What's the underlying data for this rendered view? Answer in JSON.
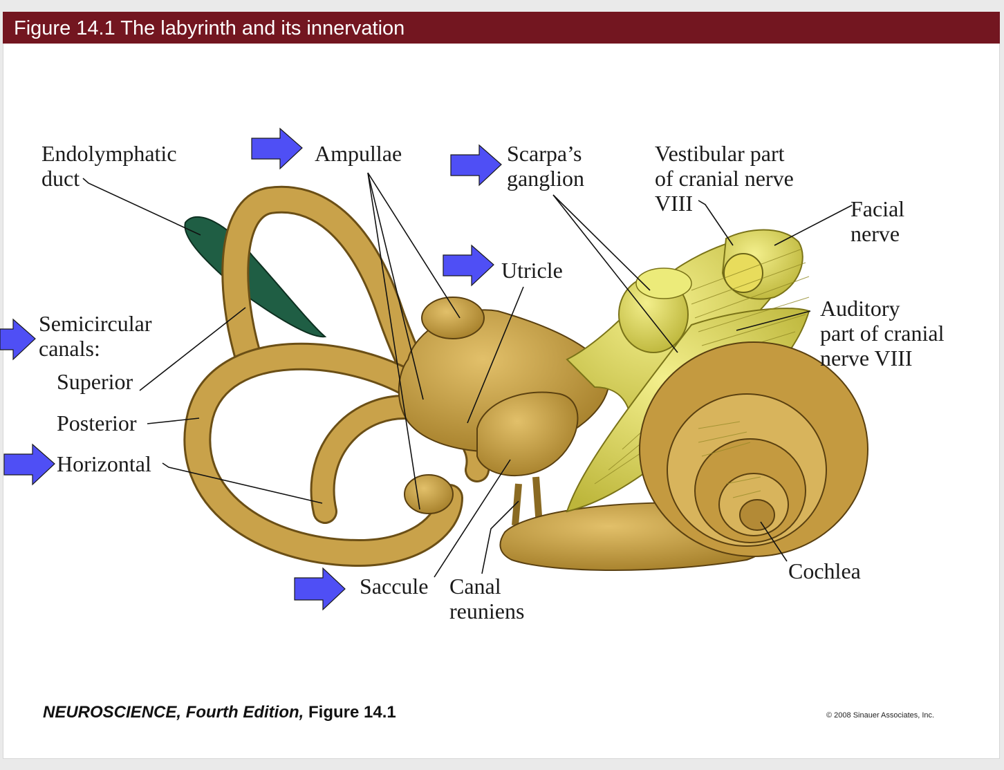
{
  "header": {
    "title": "Figure 14.1  The labyrinth and its innervation"
  },
  "labels": {
    "endolymphatic_duct": [
      "Endolymphatic",
      "duct"
    ],
    "ampullae": "Ampullae",
    "scarpas_ganglion": [
      "Scarpa’s",
      "ganglion"
    ],
    "vestibular_part": [
      "Vestibular part",
      "of cranial nerve",
      "VIII"
    ],
    "facial_nerve": [
      "Facial",
      "nerve"
    ],
    "utricle": "Utricle",
    "semicircular_canals": [
      "Semicircular",
      "canals:"
    ],
    "superior": "Superior",
    "posterior": "Posterior",
    "horizontal": "Horizontal",
    "auditory_part": [
      "Auditory",
      "part of cranial",
      "nerve VIII"
    ],
    "cochlea": "Cochlea",
    "saccule": "Saccule",
    "canal_reuniens": [
      "Canal",
      "reuniens"
    ]
  },
  "footer": {
    "book_title": "NEUROSCIENCE, Fourth Edition,",
    "figure_ref": " Figure 14.1",
    "copyright": "© 2008 Sinauer Associates, Inc."
  },
  "colors": {
    "title_bar": "#731620",
    "labyrinth": "#c9a24a",
    "nerve": "#ddd860",
    "endolymphatic": "#1f5e44",
    "arrow": "#4f4ff5"
  }
}
